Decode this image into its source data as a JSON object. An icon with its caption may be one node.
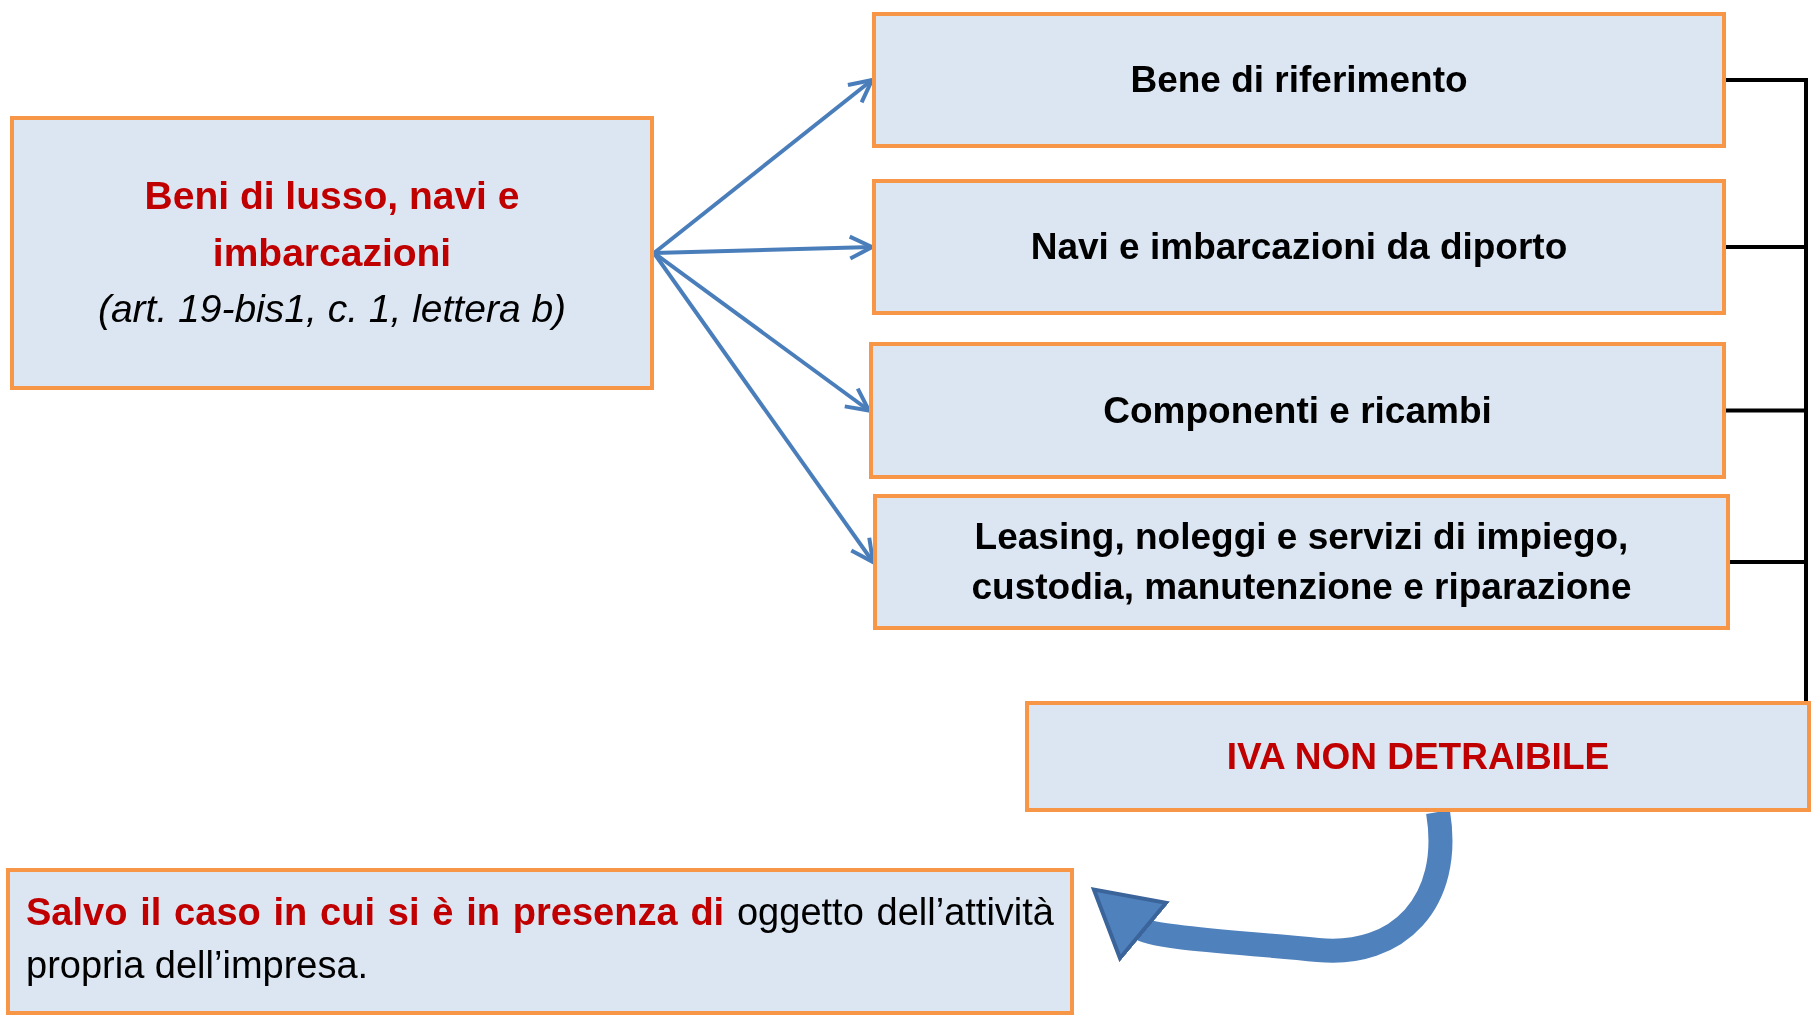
{
  "diagram": {
    "nodes": [
      {
        "text": [
          "Beni di lusso, navi e imbarcazioni",
          "(art. 19-bis1, c. 1, lettera b)"
        ]
      },
      {
        "text": [
          "Bene di riferimento"
        ]
      },
      {
        "text": [
          "Navi e imbarcazioni da diporto"
        ]
      },
      {
        "text": [
          "Componenti e ricambi"
        ]
      },
      {
        "text": [
          "Leasing, noleggi e servizi di impiego, custodia, manutenzione e riparazione"
        ]
      },
      {
        "text": [
          "IVA NON DETRAIBILE"
        ]
      },
      {
        "text": [
          "**Salvo il caso in cui si è in presenza di** oggetto dell’attività propria dell’impresa."
        ]
      }
    ],
    "edges": [
      {
        "from": 0,
        "to": 1,
        "arrow": "to"
      },
      {
        "from": 0,
        "to": 2,
        "arrow": "to"
      },
      {
        "from": 0,
        "to": 3,
        "arrow": "to"
      },
      {
        "from": 0,
        "to": 4,
        "arrow": "to"
      },
      {
        "from": 1,
        "to": 5,
        "arrow": "none",
        "color": "#000000"
      },
      {
        "from": 2,
        "to": 5,
        "arrow": "none",
        "color": "#000000"
      },
      {
        "from": 3,
        "to": 5,
        "arrow": "none",
        "color": "#000000"
      },
      {
        "from": 4,
        "to": 5,
        "arrow": "none",
        "color": "#000000"
      },
      {
        "from": 5,
        "to": 6,
        "arrow": "to",
        "style": "thick"
      }
    ]
  }
}
